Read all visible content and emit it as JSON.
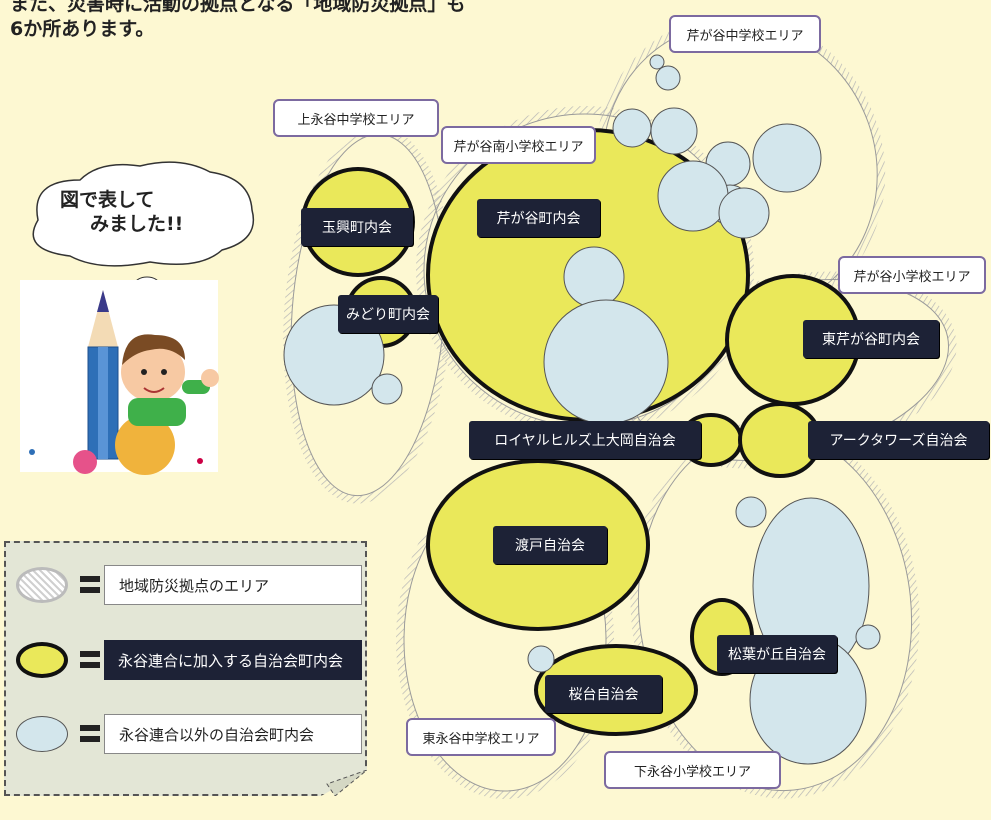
{
  "intro": {
    "line1": "また、災害時に活動の拠点となる「地域防災拠点」も",
    "line2": "6か所あります。"
  },
  "bubble": {
    "line1": "図で表して",
    "line2": "みました!!"
  },
  "areas": [
    {
      "id": "serigaya-jh",
      "label": "芹が谷中学校エリア"
    },
    {
      "id": "kaminagaya-jh",
      "label": "上永谷中学校エリア"
    },
    {
      "id": "serigaya-minami-es",
      "label": "芹が谷南小学校エリア"
    },
    {
      "id": "serigaya-es",
      "label": "芹が谷小学校エリア"
    },
    {
      "id": "higashinagaya-jh",
      "label": "東永谷中学校エリア"
    },
    {
      "id": "shimonagaya-es",
      "label": "下永谷小学校エリア"
    }
  ],
  "associations": [
    {
      "id": "tamaoki",
      "label": "玉興町内会"
    },
    {
      "id": "midori",
      "label": "みどり町内会"
    },
    {
      "id": "serigaya",
      "label": "芹が谷町内会"
    },
    {
      "id": "higashi-serigaya",
      "label": "東芹が谷町内会"
    },
    {
      "id": "royal-hills",
      "label": "ロイヤルヒルズ上大岡自治会"
    },
    {
      "id": "arc-towers",
      "label": "アークタワーズ自治会"
    },
    {
      "id": "watado",
      "label": "渡戸自治会"
    },
    {
      "id": "shoyogaoka",
      "label": "松葉が丘自治会"
    },
    {
      "id": "sakuradai",
      "label": "桜台自治会"
    }
  ],
  "legend": {
    "area": "地域防災拠点のエリア",
    "member": "永谷連合に加入する自治会町内会",
    "other": "永谷連合以外の自治会町内会"
  },
  "colors": {
    "background": "#fdf8d2",
    "member_fill": "#eae85a",
    "other_fill": "#d3e6ec",
    "area_stroke": "#a7a7a7",
    "tag_border": "#7c6aa0",
    "dark_tag": "#1d2236"
  }
}
